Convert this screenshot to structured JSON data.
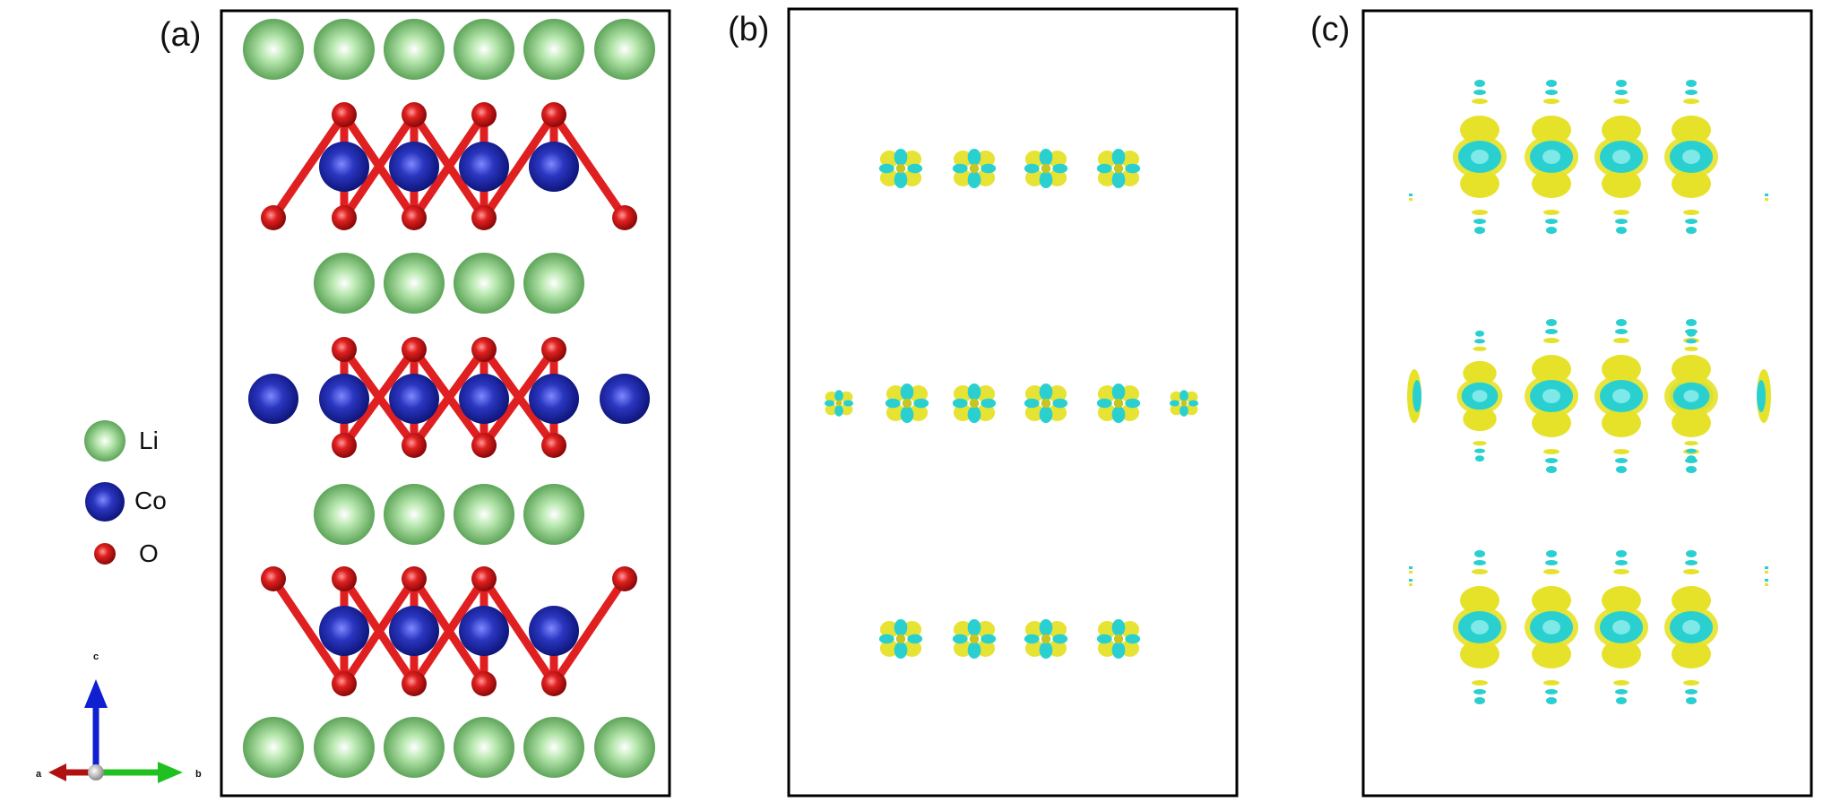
{
  "panel_labels": {
    "a": "(a)",
    "b": "(b)",
    "c": "(c)"
  },
  "legend": [
    {
      "label": "Li",
      "color": "#6fc26a"
    },
    {
      "label": "Co",
      "color": "#1f2aa6"
    },
    {
      "label": "O",
      "color": "#e02020"
    }
  ],
  "axes": {
    "a": "a",
    "b": "b",
    "c": "c"
  },
  "colors": {
    "li": "#6fc26a",
    "co": "#1f2aa6",
    "o": "#e02020",
    "density_yellow": "#e6e22a",
    "density_cyan": "#2ad0d0"
  }
}
